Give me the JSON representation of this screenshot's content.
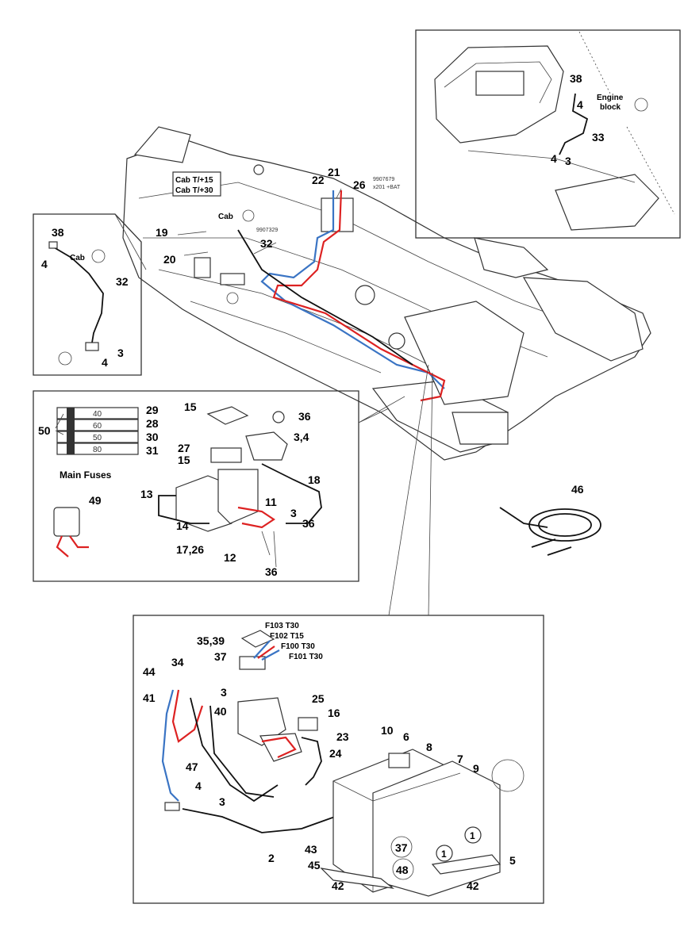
{
  "labels": {
    "inset_engine": {
      "n38": "38",
      "engine_block": "Engine\nblock",
      "n4a": "4",
      "n33": "33",
      "n4b": "4",
      "n3": "3"
    },
    "frame_main": {
      "cab_t15": "Cab T/+15",
      "cab_t30": "Cab T/+30",
      "n22": "22",
      "n21": "21",
      "n26": "26",
      "code_9907679": "9907679",
      "code_x201": "x201 +BAT",
      "cab": "Cab",
      "n19": "19",
      "code_9907329": "9907329",
      "n32": "32",
      "n20": "20"
    },
    "inset_cab_ground": {
      "n38": "38",
      "cab": "Cab",
      "n4a": "4",
      "n32": "32",
      "n4b": "4",
      "n3": "3"
    },
    "inset_fuses": {
      "n15a": "15",
      "n36a": "36",
      "n29": "29",
      "n28": "28",
      "n30": "30",
      "n31": "31",
      "n50": "50",
      "fuse_40": "40",
      "fuse_60": "60",
      "fuse_50": "50",
      "fuse_80": "80",
      "n27": "27",
      "n15b": "15",
      "n34": "3,4",
      "n18": "18",
      "main_fuses": "Main Fuses",
      "n49": "49",
      "n13": "13",
      "n11": "11",
      "n3": "3",
      "n36b": "36",
      "n14": "14",
      "n1726": "17,26",
      "n12": "12",
      "n36c": "36"
    },
    "jumper": {
      "n46": "46"
    },
    "inset_battery": {
      "f103": "F103 T30",
      "f102": "F102 T15",
      "f100": "F100 T30",
      "f101": "F101 T30",
      "n3539": "35,39",
      "n34": "34",
      "n37a": "37",
      "n44": "44",
      "n41": "41",
      "n3a": "3",
      "n40": "40",
      "n25": "25",
      "n16": "16",
      "n23": "23",
      "n10": "10",
      "n6": "6",
      "n8": "8",
      "n7": "7",
      "n9": "9",
      "n24": "24",
      "n47": "47",
      "n4": "4",
      "n3b": "3",
      "n2": "2",
      "n43": "43",
      "n37b": "37",
      "n45": "45",
      "n48": "48",
      "n1a": "1",
      "n1b": "1",
      "n42a": "42",
      "n42b": "42",
      "n5": "5"
    }
  },
  "colors": {
    "live_wire": "#d22222",
    "signal_wire": "#3a74c4",
    "ink": "#222222"
  }
}
